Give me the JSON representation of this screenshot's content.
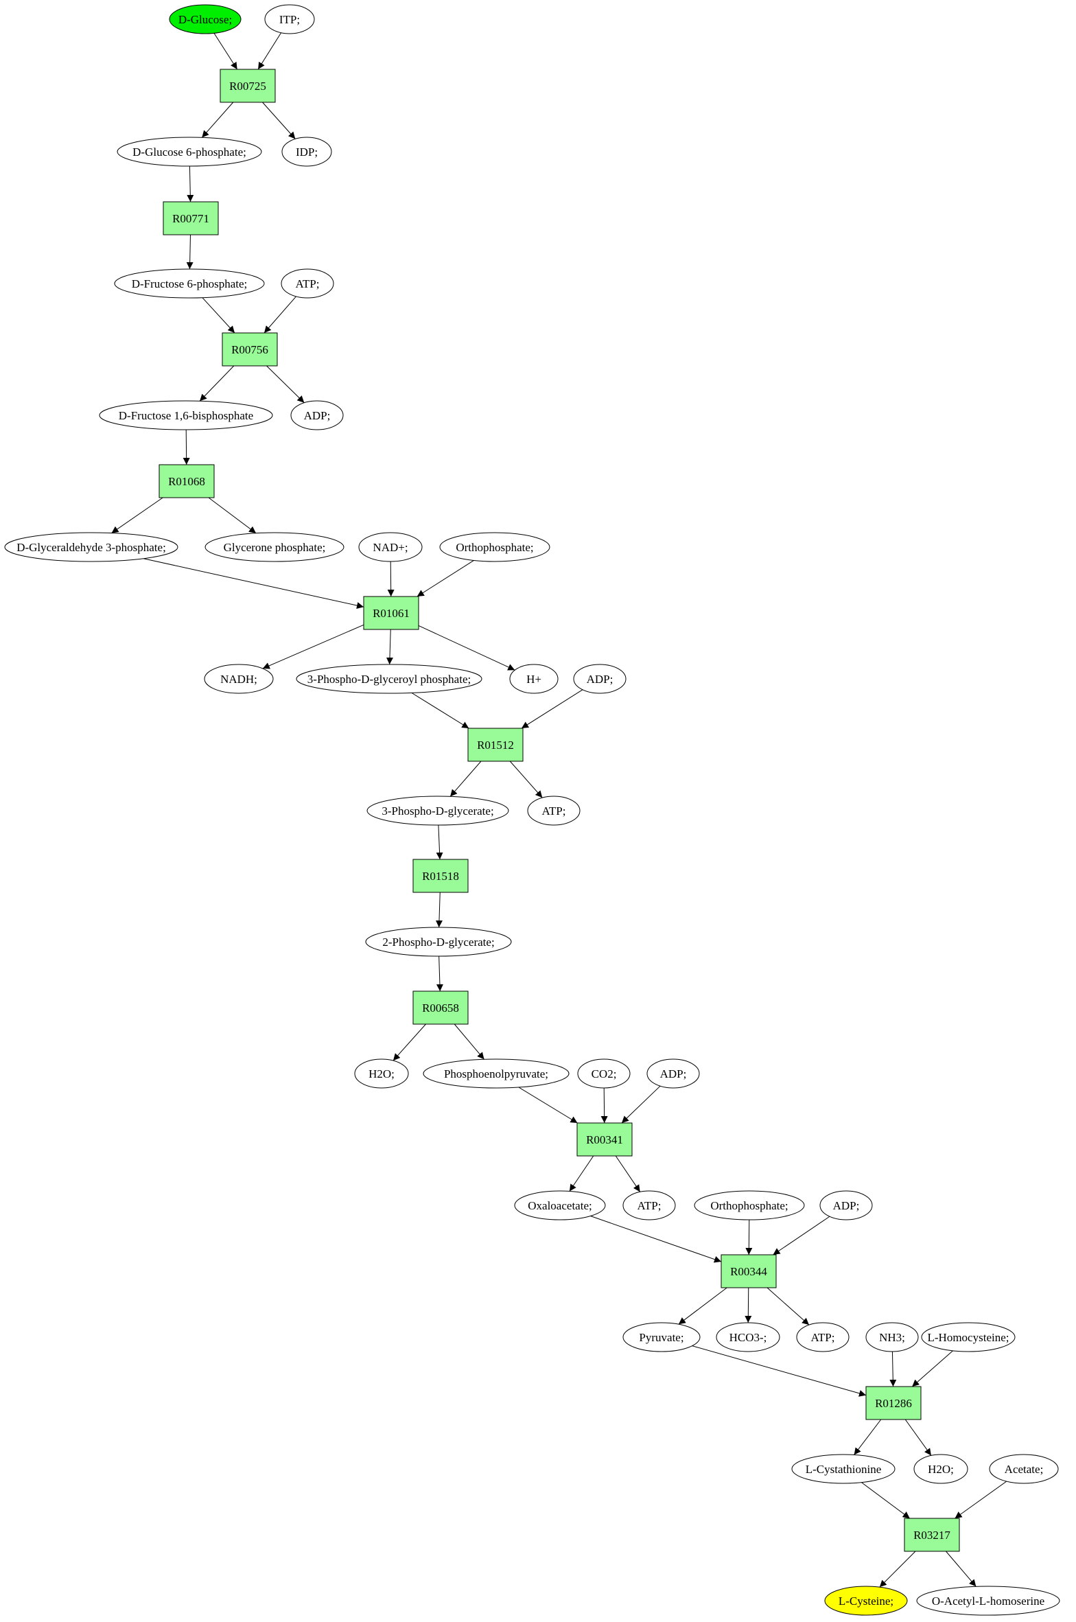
{
  "colors": {
    "reaction_fill": "#98fb98",
    "start_fill": "#00ee00",
    "end_fill": "#ffff00",
    "compound_fill": "#ffffff",
    "stroke": "#000000"
  },
  "diagram": {
    "compounds": [
      {
        "id": "c_glucose",
        "label": "D-Glucose;",
        "role": "start"
      },
      {
        "id": "c_itp",
        "label": "ITP;"
      },
      {
        "id": "c_g6p",
        "label": "D-Glucose 6-phosphate;"
      },
      {
        "id": "c_idp",
        "label": "IDP;"
      },
      {
        "id": "c_f6p",
        "label": "D-Fructose 6-phosphate;"
      },
      {
        "id": "c_atp1",
        "label": "ATP;"
      },
      {
        "id": "c_fbp",
        "label": "D-Fructose 1,6-bisphosphate"
      },
      {
        "id": "c_adp1",
        "label": "ADP;"
      },
      {
        "id": "c_g3p",
        "label": "D-Glyceraldehyde 3-phosphate;"
      },
      {
        "id": "c_dhap",
        "label": "Glycerone phosphate;"
      },
      {
        "id": "c_nad",
        "label": "NAD+;"
      },
      {
        "id": "c_pi1",
        "label": "Orthophosphate;"
      },
      {
        "id": "c_nadh",
        "label": "NADH;"
      },
      {
        "id": "c_bpg",
        "label": "3-Phospho-D-glyceroyl phosphate;"
      },
      {
        "id": "c_h",
        "label": "H+"
      },
      {
        "id": "c_adp2",
        "label": "ADP;"
      },
      {
        "id": "c_3pg",
        "label": "3-Phospho-D-glycerate;"
      },
      {
        "id": "c_atp2",
        "label": "ATP;"
      },
      {
        "id": "c_2pg",
        "label": "2-Phospho-D-glycerate;"
      },
      {
        "id": "c_h2o1",
        "label": "H2O;"
      },
      {
        "id": "c_pep",
        "label": "Phosphoenolpyruvate;"
      },
      {
        "id": "c_co2",
        "label": "CO2;"
      },
      {
        "id": "c_adp3",
        "label": "ADP;"
      },
      {
        "id": "c_oaa",
        "label": "Oxaloacetate;"
      },
      {
        "id": "c_atp3",
        "label": "ATP;"
      },
      {
        "id": "c_pi2",
        "label": "Orthophosphate;"
      },
      {
        "id": "c_adp4",
        "label": "ADP;"
      },
      {
        "id": "c_pyr",
        "label": "Pyruvate;"
      },
      {
        "id": "c_hco3",
        "label": "HCO3-;"
      },
      {
        "id": "c_atp4",
        "label": "ATP;"
      },
      {
        "id": "c_nh3",
        "label": "NH3;"
      },
      {
        "id": "c_hcys",
        "label": "L-Homocysteine;"
      },
      {
        "id": "c_cysta",
        "label": "L-Cystathionine"
      },
      {
        "id": "c_h2o2",
        "label": "H2O;"
      },
      {
        "id": "c_acetate",
        "label": "Acetate;"
      },
      {
        "id": "c_cys",
        "label": "L-Cysteine;",
        "role": "end"
      },
      {
        "id": "c_oahs",
        "label": "O-Acetyl-L-homoserine"
      }
    ],
    "reactions": [
      {
        "id": "r_00725",
        "label": "R00725"
      },
      {
        "id": "r_00771",
        "label": "R00771"
      },
      {
        "id": "r_00756",
        "label": "R00756"
      },
      {
        "id": "r_01068",
        "label": "R01068"
      },
      {
        "id": "r_01061",
        "label": "R01061"
      },
      {
        "id": "r_01512",
        "label": "R01512"
      },
      {
        "id": "r_01518",
        "label": "R01518"
      },
      {
        "id": "r_00658",
        "label": "R00658"
      },
      {
        "id": "r_00341",
        "label": "R00341"
      },
      {
        "id": "r_00344",
        "label": "R00344"
      },
      {
        "id": "r_01286",
        "label": "R01286"
      },
      {
        "id": "r_03217",
        "label": "R03217"
      }
    ],
    "edges": [
      [
        "c_glucose",
        "r_00725"
      ],
      [
        "c_itp",
        "r_00725"
      ],
      [
        "r_00725",
        "c_g6p"
      ],
      [
        "r_00725",
        "c_idp"
      ],
      [
        "c_g6p",
        "r_00771"
      ],
      [
        "r_00771",
        "c_f6p"
      ],
      [
        "c_f6p",
        "r_00756"
      ],
      [
        "c_atp1",
        "r_00756"
      ],
      [
        "r_00756",
        "c_fbp"
      ],
      [
        "r_00756",
        "c_adp1"
      ],
      [
        "c_fbp",
        "r_01068"
      ],
      [
        "r_01068",
        "c_g3p"
      ],
      [
        "r_01068",
        "c_dhap"
      ],
      [
        "c_g3p",
        "r_01061"
      ],
      [
        "c_nad",
        "r_01061"
      ],
      [
        "c_pi1",
        "r_01061"
      ],
      [
        "r_01061",
        "c_nadh"
      ],
      [
        "r_01061",
        "c_bpg"
      ],
      [
        "r_01061",
        "c_h"
      ],
      [
        "c_bpg",
        "r_01512"
      ],
      [
        "c_adp2",
        "r_01512"
      ],
      [
        "r_01512",
        "c_3pg"
      ],
      [
        "r_01512",
        "c_atp2"
      ],
      [
        "c_3pg",
        "r_01518"
      ],
      [
        "r_01518",
        "c_2pg"
      ],
      [
        "c_2pg",
        "r_00658"
      ],
      [
        "r_00658",
        "c_h2o1"
      ],
      [
        "r_00658",
        "c_pep"
      ],
      [
        "c_pep",
        "r_00341"
      ],
      [
        "c_co2",
        "r_00341"
      ],
      [
        "c_adp3",
        "r_00341"
      ],
      [
        "r_00341",
        "c_oaa"
      ],
      [
        "r_00341",
        "c_atp3"
      ],
      [
        "c_oaa",
        "r_00344"
      ],
      [
        "c_pi2",
        "r_00344"
      ],
      [
        "c_adp4",
        "r_00344"
      ],
      [
        "r_00344",
        "c_pyr"
      ],
      [
        "r_00344",
        "c_hco3"
      ],
      [
        "r_00344",
        "c_atp4"
      ],
      [
        "c_pyr",
        "r_01286"
      ],
      [
        "c_nh3",
        "r_01286"
      ],
      [
        "c_hcys",
        "r_01286"
      ],
      [
        "r_01286",
        "c_cysta"
      ],
      [
        "r_01286",
        "c_h2o2"
      ],
      [
        "c_cysta",
        "r_03217"
      ],
      [
        "c_acetate",
        "r_03217"
      ],
      [
        "r_03217",
        "c_cys"
      ],
      [
        "r_03217",
        "c_oahs"
      ]
    ]
  }
}
